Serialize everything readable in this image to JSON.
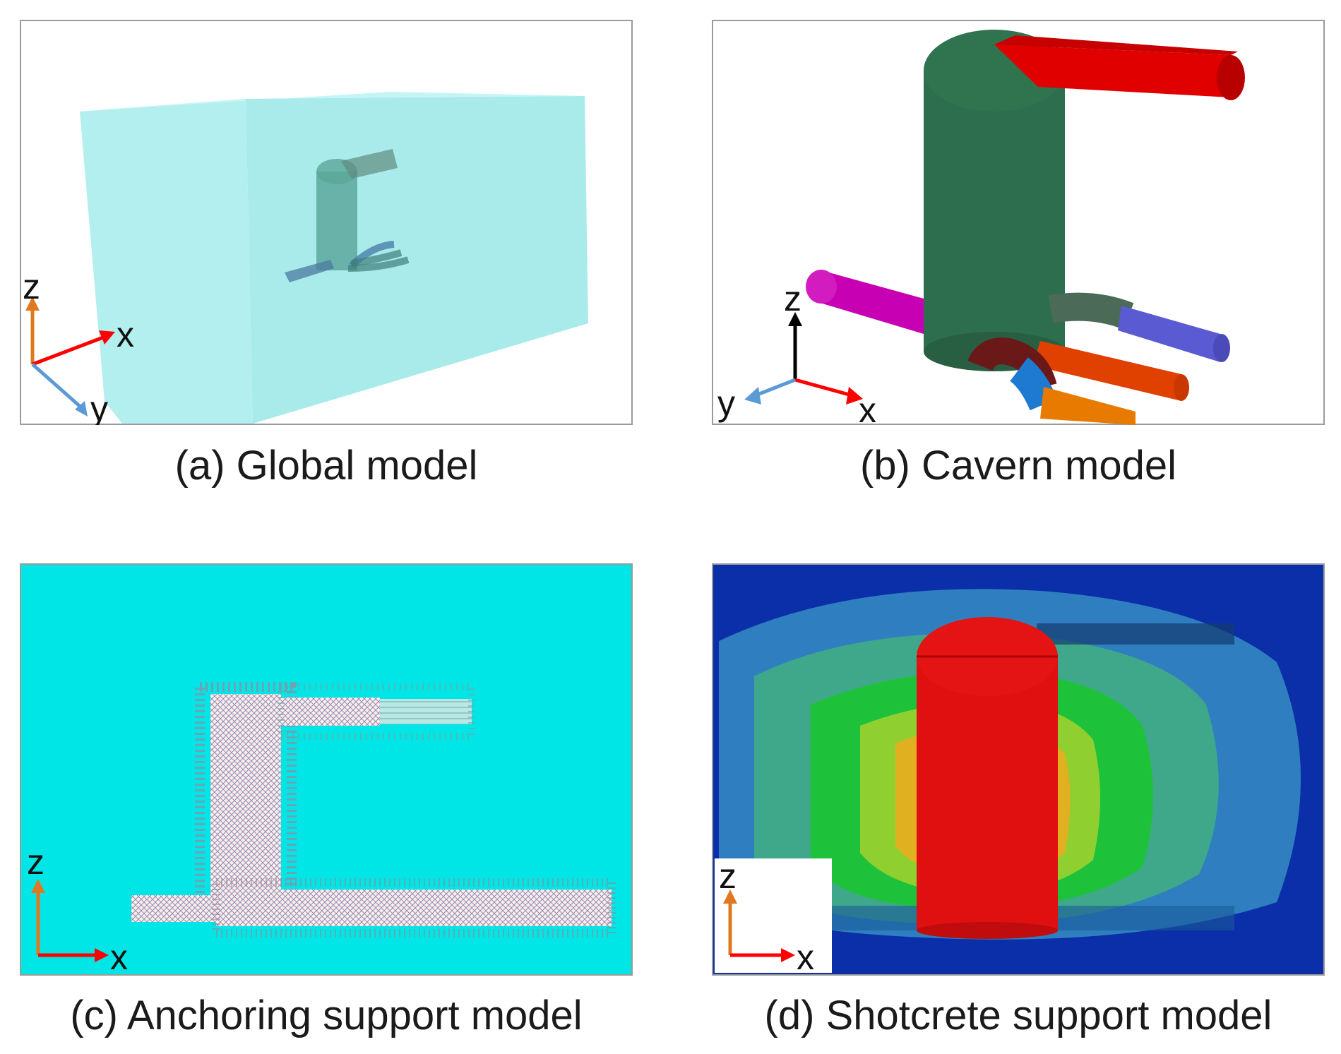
{
  "panels": [
    {
      "caption": "(a) Global model",
      "axes": {
        "z": "z",
        "x": "x",
        "y": "y"
      }
    },
    {
      "caption": "(b) Cavern model",
      "axes": {
        "z": "z",
        "x": "x",
        "y": "y"
      }
    },
    {
      "caption": "(c) Anchoring support model",
      "axes": {
        "z": "z",
        "x": "x"
      }
    },
    {
      "caption": "(d) Shotcrete support model",
      "axes": {
        "z": "z",
        "x": "x"
      }
    }
  ],
  "colors": {
    "global_block": "#b3f0ef",
    "cavern_green": "#2d6e4e",
    "tunnel_red": "#e00000",
    "tunnel_magenta": "#c800b4",
    "tunnel_purple": "#5a5ad2",
    "tunnel_orange": "#e86a00",
    "anchor_bg": "#00e6e6",
    "shot_blue": "#0a2fa8",
    "shot_red": "#e01010",
    "axis_z": "#e07820",
    "axis_x": "#ff0000",
    "axis_y": "#5b9bd5"
  }
}
